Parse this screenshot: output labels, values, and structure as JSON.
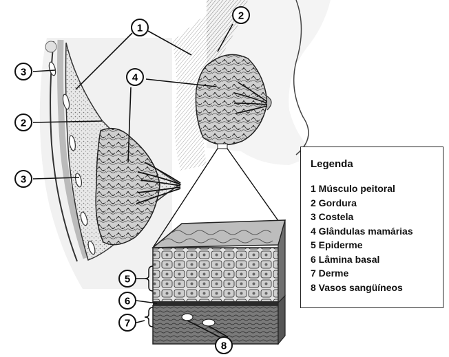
{
  "legend": {
    "title": "Legenda",
    "items": [
      "1 Músculo peitoral",
      "2 Gordura",
      "3 Costela",
      "4 Glândulas mamárias",
      "5 Epiderme",
      "6 Lâmina basal",
      "7 Derme",
      "8 Vasos sangüíneos"
    ]
  },
  "markers": [
    "1",
    "2",
    "3",
    "4",
    "5",
    "6",
    "7",
    "8"
  ]
}
